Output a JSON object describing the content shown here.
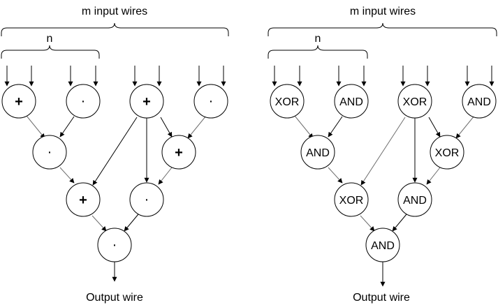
{
  "left_circuit": {
    "top_label": "m input wires",
    "sub_label": "n",
    "output_label": "Output wire",
    "gates": {
      "g1": "+",
      "g2": "·",
      "g3": "+",
      "g4": "·",
      "g5": "·",
      "g6": "+",
      "g7": "+",
      "g8": "·",
      "g9": "·"
    }
  },
  "right_circuit": {
    "top_label": "m input wires",
    "sub_label": "n",
    "output_label": "Output wire",
    "gates": {
      "g1": "XOR",
      "g2": "AND",
      "g3": "XOR",
      "g4": "AND",
      "g5": "AND",
      "g6": "XOR",
      "g7": "XOR",
      "g8": "AND",
      "g9": "AND"
    }
  }
}
